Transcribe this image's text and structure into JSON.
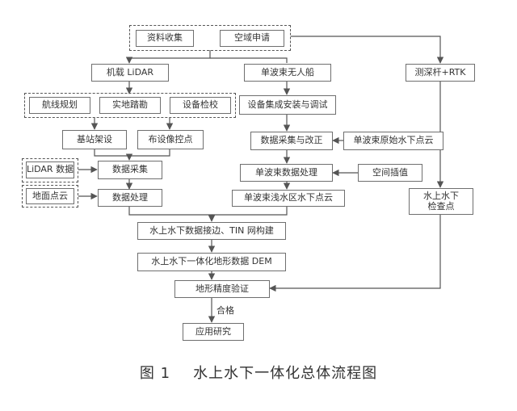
{
  "figure": {
    "caption_number": "图 1",
    "caption_text": "水上水下一体化总体流程图"
  },
  "nodes": {
    "data_collection": "资料收集",
    "airspace_application": "空域申请",
    "airborne_lidar": "机载 LiDAR",
    "single_beam_usv": "单波束无人船",
    "pole_rtk": "测深杆+RTK",
    "route_planning": "航线规划",
    "field_survey": "实地踏勘",
    "device_calibration": "设备检校",
    "device_integration": "设备集成安装与调试",
    "base_station_setup": "基站架设",
    "control_points": "布设像控点",
    "data_collection_usv": "数据采集与改正",
    "raw_underwater_points": "单波束原始水下点云",
    "lidar_data": "LiDAR 数据",
    "data_acquisition": "数据采集",
    "single_beam_processing": "单波束数据处理",
    "spatial_interpolation": "空间插值",
    "ground_points": "地面点云",
    "data_processing": "数据处理",
    "underwater_points": "单波束浅水区水下点云",
    "check_points": "水上水下检查点",
    "stitching_tin": "水上水下数据接边、TIN 网构建",
    "integrated_dem": "水上水下一体化地形数据 DEM",
    "accuracy_verification": "地形精度验证",
    "pass_label": "合格",
    "application_research": "应用研究"
  }
}
